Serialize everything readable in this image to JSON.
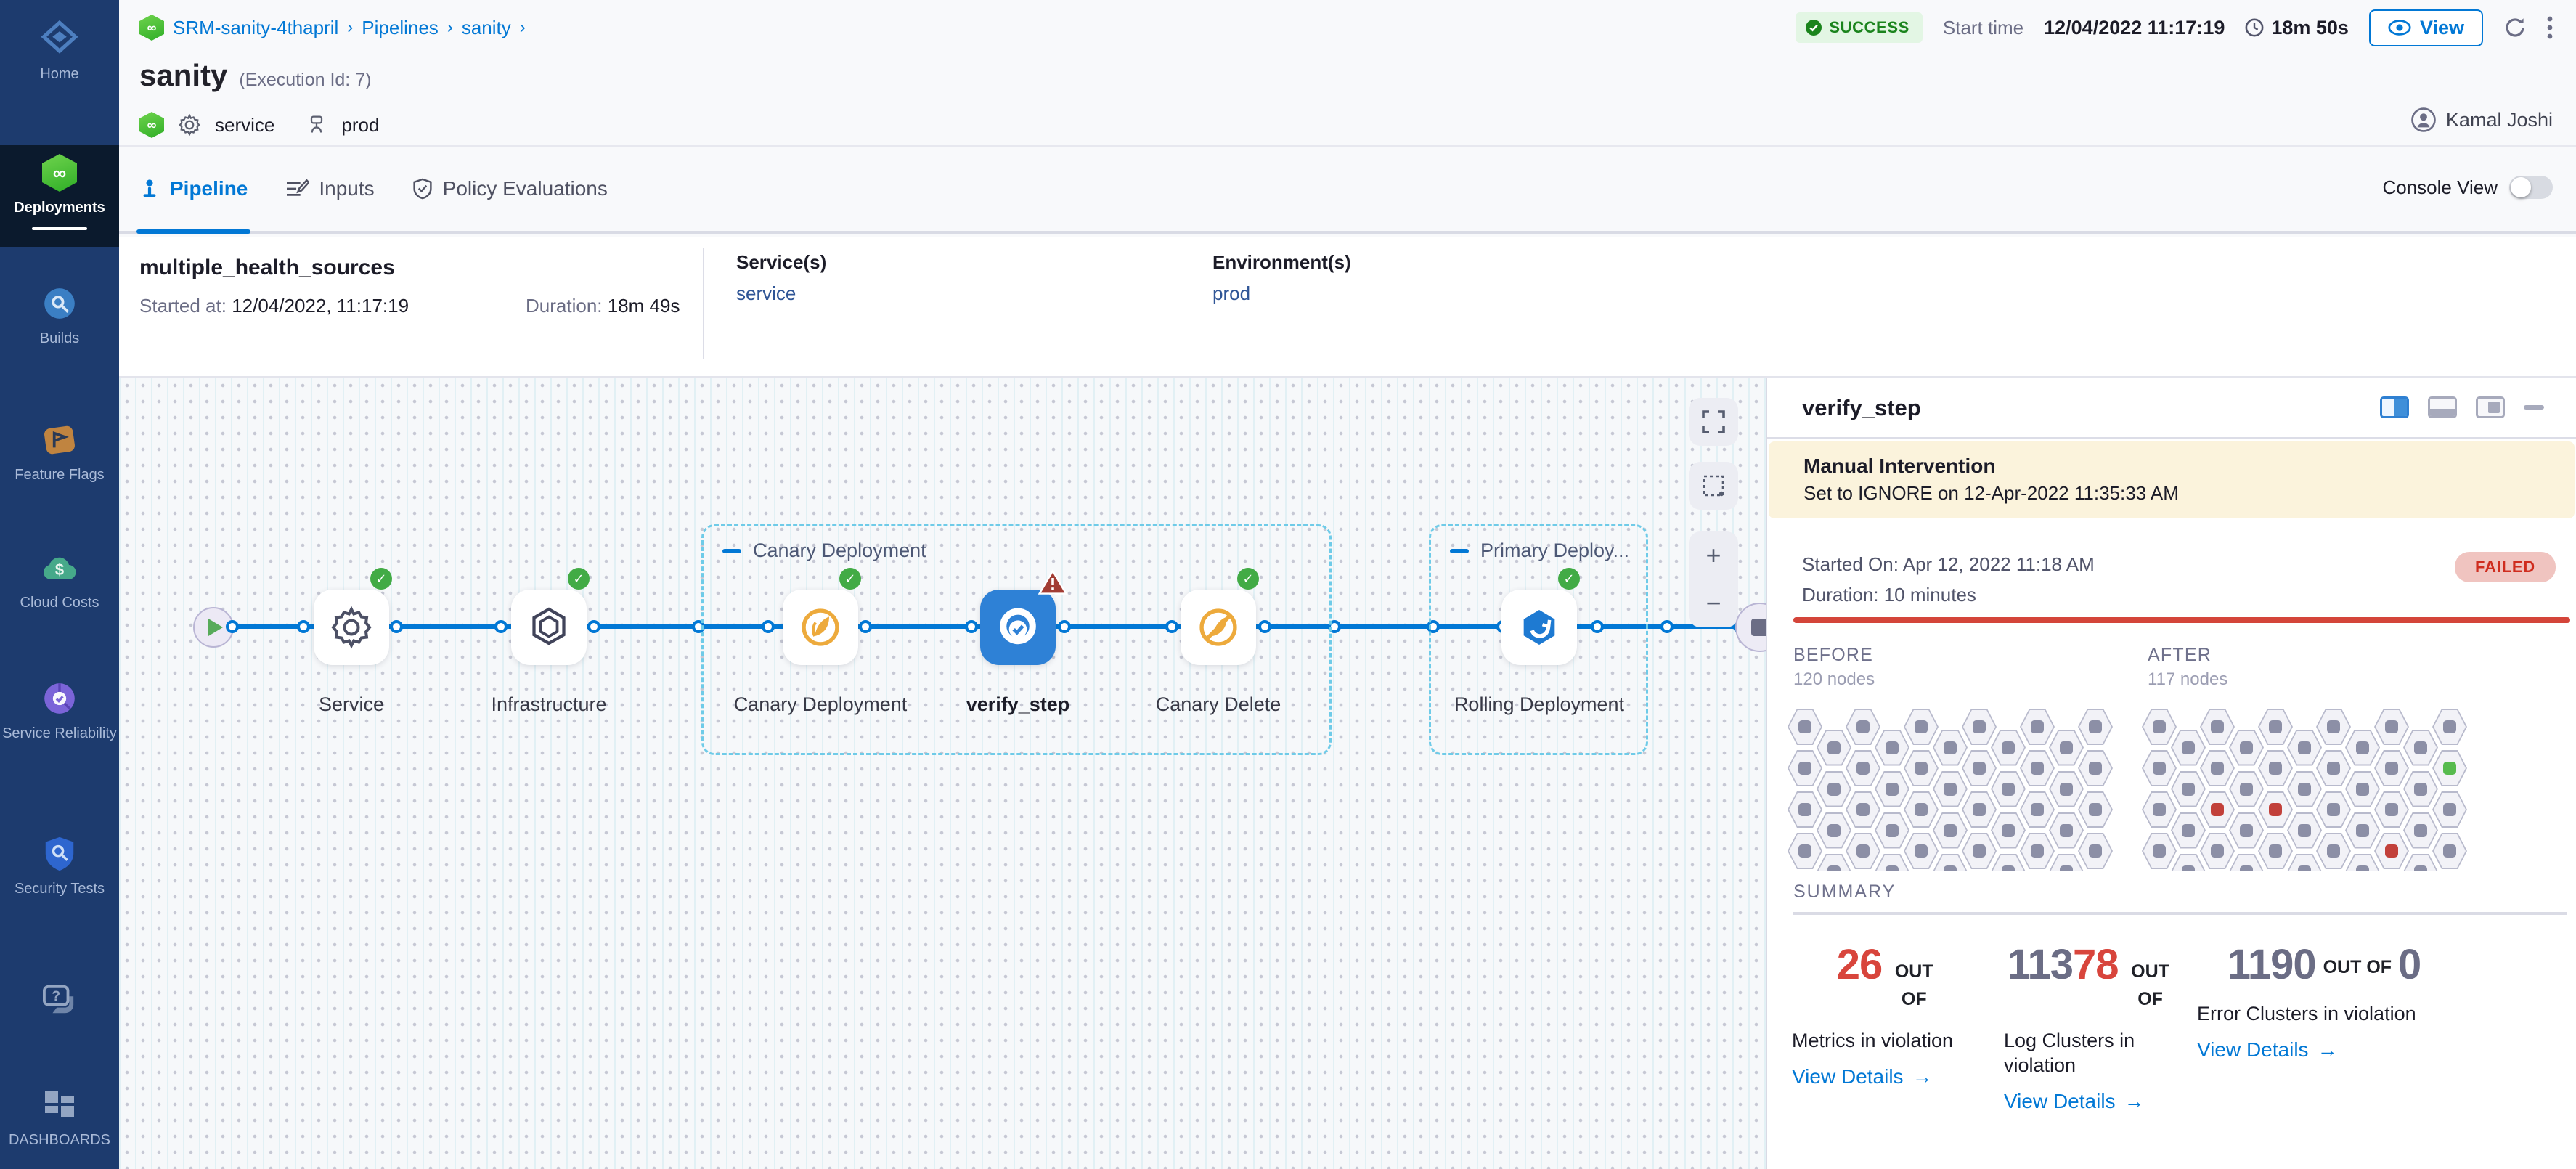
{
  "colors": {
    "accent": "#0278d5",
    "success_green": "#42ab45",
    "failed_red": "#cf2c1e",
    "violation_red": "#c2403a",
    "healthy_green": "#57bb4e",
    "node_gray": "#8c8fa6",
    "canary_gold": "#edaa3c"
  },
  "sidebar": {
    "items": [
      {
        "id": "home",
        "label": "Home"
      },
      {
        "id": "deployments",
        "label": "Deployments",
        "active": true
      },
      {
        "id": "builds",
        "label": "Builds"
      },
      {
        "id": "feature-flags",
        "label": "Feature Flags"
      },
      {
        "id": "cloud-costs",
        "label": "Cloud Costs"
      },
      {
        "id": "service-reliability",
        "label": "Service Reliability"
      },
      {
        "id": "security-tests",
        "label": "Security Tests"
      },
      {
        "id": "help",
        "label": ""
      },
      {
        "id": "dashboards",
        "label": "DASHBOARDS"
      }
    ]
  },
  "header": {
    "breadcrumb": [
      "SRM-sanity-4thapril",
      "Pipelines",
      "sanity"
    ],
    "status": "SUCCESS",
    "start_time_label": "Start time",
    "start_time": "12/04/2022 11:17:19",
    "elapsed": "18m 50s",
    "view_button": "View",
    "title": "sanity",
    "execution_id": "(Execution Id: 7)",
    "tag_service": "service",
    "tag_environment": "prod",
    "user": "Kamal Joshi"
  },
  "tabs": {
    "pipeline": "Pipeline",
    "inputs": "Inputs",
    "policy": "Policy Evaluations",
    "console_view": "Console View"
  },
  "stage": {
    "name": "multiple_health_sources",
    "started_label": "Started at:",
    "started": "12/04/2022, 11:17:19",
    "duration_label": "Duration:",
    "duration": "18m 49s",
    "services_label": "Service(s)",
    "service": "service",
    "environments_label": "Environment(s)",
    "environment": "prod"
  },
  "pipeline": {
    "groups": [
      {
        "label": "Canary Deployment"
      },
      {
        "label": "Primary Deploy..."
      }
    ],
    "nodes": [
      {
        "id": "service",
        "label": "Service",
        "icon": "gear",
        "status": "success"
      },
      {
        "id": "infrastructure",
        "label": "Infrastructure",
        "icon": "infra",
        "status": "success"
      },
      {
        "id": "canary-deployment",
        "label": "Canary Deployment",
        "icon": "canary",
        "status": "success"
      },
      {
        "id": "verify-step",
        "label": "verify_step",
        "icon": "verify",
        "status": "warning",
        "selected": true
      },
      {
        "id": "canary-delete",
        "label": "Canary Delete",
        "icon": "canary-delete",
        "status": "success"
      },
      {
        "id": "rolling-deployment",
        "label": "Rolling Deployment",
        "icon": "rolling",
        "status": "success"
      }
    ]
  },
  "panel": {
    "title": "verify_step",
    "banner_title": "Manual Intervention",
    "banner_subtitle": "Set to IGNORE on 12-Apr-2022 11:35:33 AM",
    "started": "Started On: Apr 12, 2022 11:18 AM",
    "duration": "Duration: 10 minutes",
    "status": "FAILED",
    "before_label": "BEFORE",
    "before_nodes": "120 nodes",
    "after_label": "AFTER",
    "after_nodes": "117 nodes",
    "summary_label": "SUMMARY",
    "grids": {
      "cols": 11,
      "rows": 4,
      "after_marks": {
        "2,2": "red",
        "4,2": "red",
        "8,3": "red",
        "10,1": "green"
      }
    },
    "cards": [
      {
        "num_red": "26",
        "suffix": "OUT OF",
        "label": "Metrics in violation",
        "link": "View Details"
      },
      {
        "num_gray": "113",
        "num_red": "78",
        "suffix": "OUT OF",
        "label": "Log Clusters in violation",
        "link": "View Details"
      },
      {
        "num_gray": "1190",
        "suffix": "OUT OF",
        "num_tail": "0",
        "label": "Error Clusters in violation",
        "link": "View Details"
      }
    ]
  }
}
